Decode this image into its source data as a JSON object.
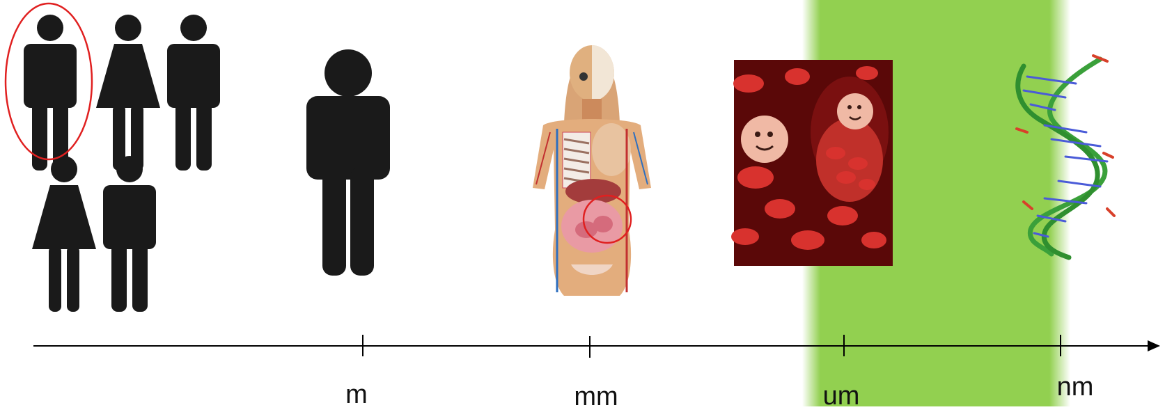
{
  "axis": {
    "ticks": [
      {
        "label": "m"
      },
      {
        "label": "mm"
      },
      {
        "label": "um"
      },
      {
        "label": "nm"
      }
    ]
  },
  "highlight_band": {
    "color": "#92d050"
  },
  "images": [
    {
      "subject": "group-of-people-icons"
    },
    {
      "subject": "single-person-icon"
    },
    {
      "subject": "human-anatomy-organs"
    },
    {
      "subject": "blood-cells"
    },
    {
      "subject": "dna-double-helix"
    }
  ],
  "colors": {
    "silhouette": "#1a1a1a",
    "marker_circle": "#e02020",
    "axis": "#000000"
  }
}
